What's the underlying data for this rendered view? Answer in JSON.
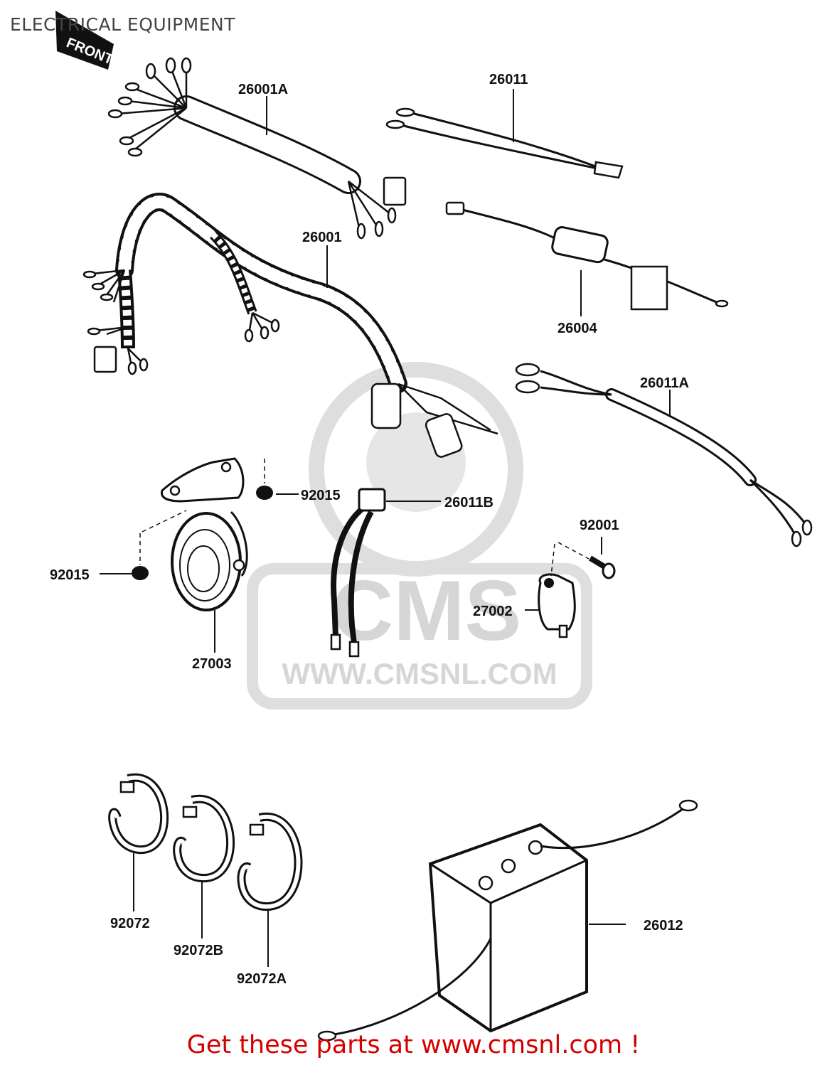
{
  "page": {
    "title": "ELECTRICAL EQUIPMENT",
    "footer": "Get these parts at www.cmsnl.com !"
  },
  "front_tag": "FRONT",
  "watermark": {
    "brand": "CMS",
    "url": "WWW.CMSNL.COM"
  },
  "parts": [
    {
      "id": "26001A"
    },
    {
      "id": "26011"
    },
    {
      "id": "26001"
    },
    {
      "id": "26004"
    },
    {
      "id": "26011A"
    },
    {
      "id": "92015"
    },
    {
      "id": "26011B"
    },
    {
      "id": "92015"
    },
    {
      "id": "92001"
    },
    {
      "id": "27002"
    },
    {
      "id": "27003"
    },
    {
      "id": "92072"
    },
    {
      "id": "92072B"
    },
    {
      "id": "92072A"
    },
    {
      "id": "26012"
    }
  ],
  "colors": {
    "footer": "#d40000",
    "watermark": "#d6d6d6",
    "ink": "#111111"
  }
}
